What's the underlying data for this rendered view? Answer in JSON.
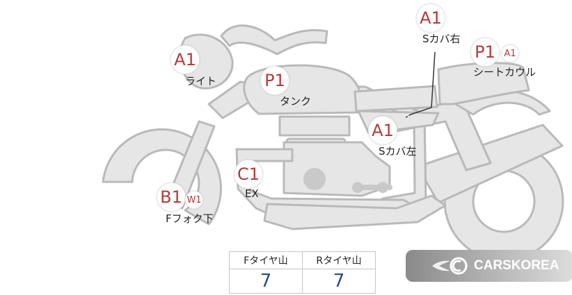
{
  "parts": [
    {
      "id": "light",
      "code": "A1",
      "label": "ライト"
    },
    {
      "id": "tank",
      "code": "P1",
      "label": "タンク"
    },
    {
      "id": "s-cover-right",
      "code": "A1",
      "label": "Sカバ右"
    },
    {
      "id": "seat-cowl",
      "code": "P1",
      "code2": "A1",
      "label": "シートカウル"
    },
    {
      "id": "s-cover-left",
      "code": "A1",
      "label": "Sカバ左"
    },
    {
      "id": "exhaust",
      "code": "C1",
      "label": "EX"
    },
    {
      "id": "front-fork-lower",
      "code": "B1",
      "code2": "W1",
      "label": "Fフォク下"
    }
  ],
  "tyre_table": {
    "headers": [
      "Fタイヤ山",
      "Rタイヤ山"
    ],
    "values": [
      "7",
      "7"
    ]
  },
  "logo": {
    "text": "CARSKOREA",
    "icon": "flame-c-logo-icon"
  },
  "colors": {
    "code_text": "#b23a3a",
    "tyre_value": "#2e4a8a",
    "bike_fill": "#e6e6e6",
    "bike_stroke": "#b9b9b9"
  }
}
